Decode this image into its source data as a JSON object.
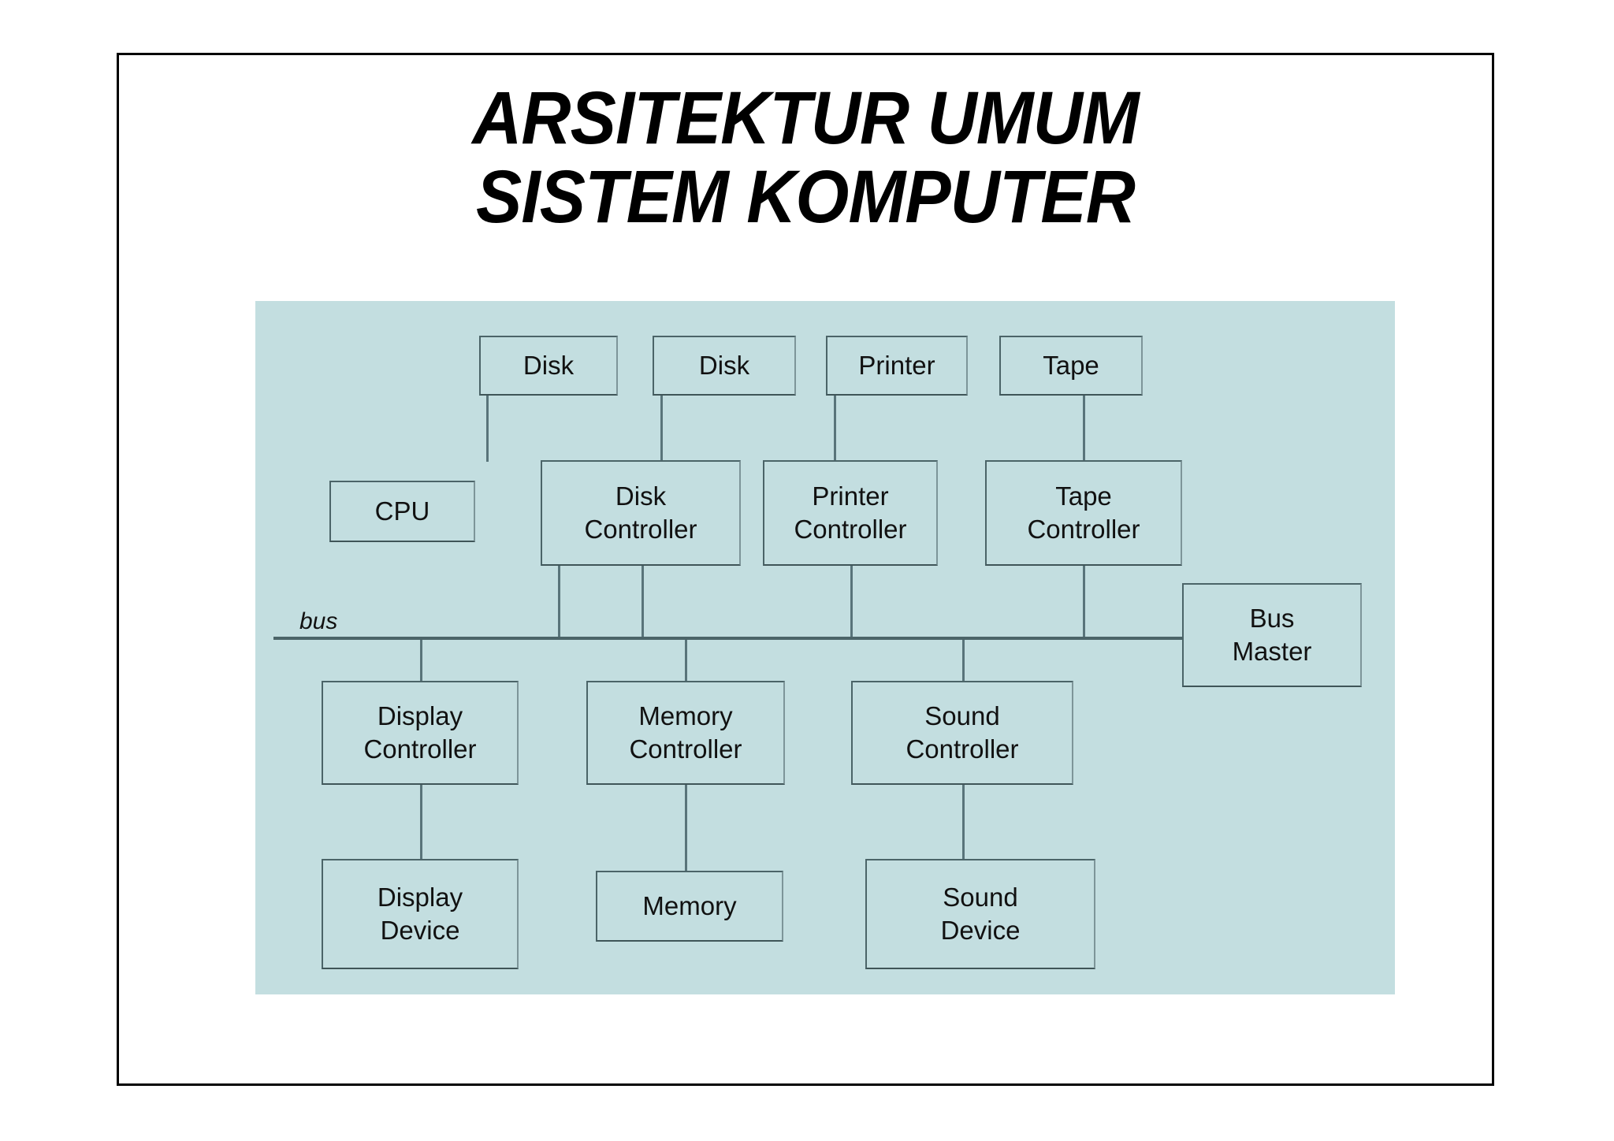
{
  "slide": {
    "title_line1": "ARSITEKTUR UMUM",
    "title_line2": "SISTEM KOMPUTER"
  },
  "diagram": {
    "background_color": "#c3dee0",
    "box_border_color": "#4b6468",
    "line_color": "#59747a",
    "bus_label": "bus",
    "boxes": {
      "disk1": {
        "label": "Disk"
      },
      "disk2": {
        "label": "Disk"
      },
      "printer": {
        "label": "Printer"
      },
      "tape": {
        "label": "Tape"
      },
      "cpu": {
        "label": "CPU"
      },
      "disk_controller": {
        "line1": "Disk",
        "line2": "Controller"
      },
      "printer_controller": {
        "line1": "Printer",
        "line2": "Controller"
      },
      "tape_controller": {
        "line1": "Tape",
        "line2": "Controller"
      },
      "bus_master": {
        "line1": "Bus",
        "line2": "Master"
      },
      "display_controller": {
        "line1": "Display",
        "line2": "Controller"
      },
      "memory_controller": {
        "line1": "Memory",
        "line2": "Controller"
      },
      "sound_controller": {
        "line1": "Sound",
        "line2": "Controller"
      },
      "display_device": {
        "line1": "Display",
        "line2": "Device"
      },
      "memory": {
        "label": "Memory"
      },
      "sound_device": {
        "line1": "Sound",
        "line2": "Device"
      }
    }
  }
}
